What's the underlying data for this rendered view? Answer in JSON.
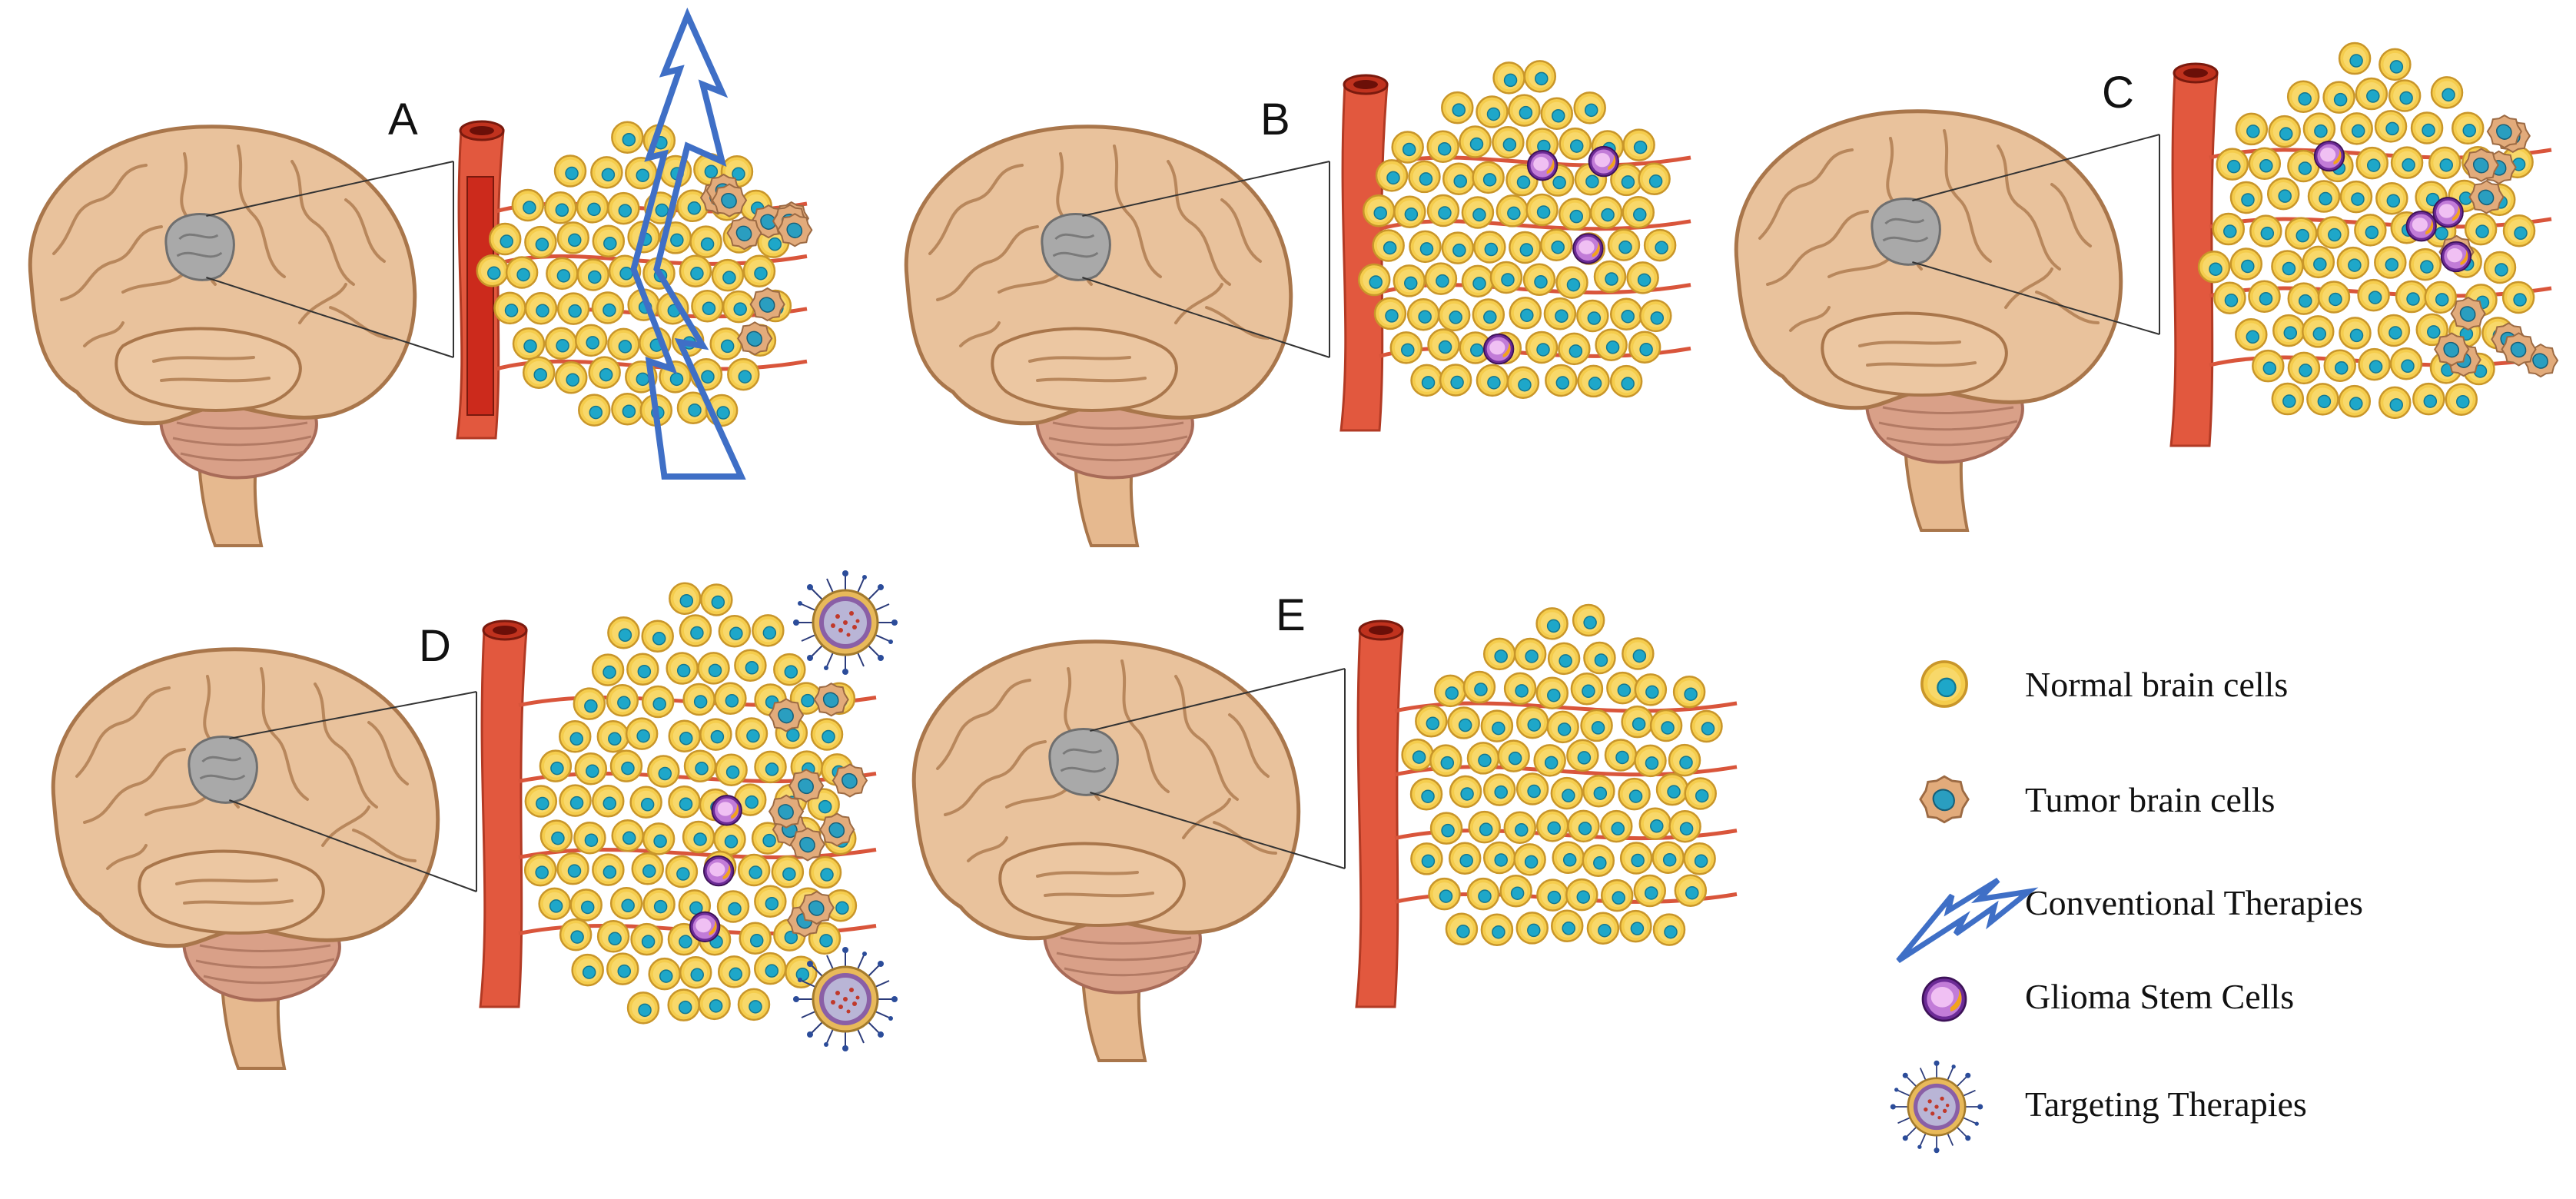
{
  "panels": [
    {
      "id": "A",
      "label": "A",
      "conventional_therapy": true,
      "targeting_therapy": false,
      "stem_cells": 0,
      "tumor_cells": 10
    },
    {
      "id": "B",
      "label": "B",
      "conventional_therapy": false,
      "targeting_therapy": false,
      "stem_cells": 4,
      "tumor_cells": 0
    },
    {
      "id": "C",
      "label": "C",
      "conventional_therapy": false,
      "targeting_therapy": false,
      "stem_cells": 4,
      "tumor_cells": 12
    },
    {
      "id": "D",
      "label": "D",
      "conventional_therapy": false,
      "targeting_therapy": true,
      "stem_cells": 3,
      "tumor_cells": 10
    },
    {
      "id": "E",
      "label": "E",
      "conventional_therapy": false,
      "targeting_therapy": false,
      "stem_cells": 0,
      "tumor_cells": 0
    }
  ],
  "legend": [
    {
      "icon": "normal-brain-cell-icon",
      "label": "Normal brain cells"
    },
    {
      "icon": "tumor-brain-cell-icon",
      "label": "Tumor brain cells"
    },
    {
      "icon": "lightning-bolt-icon",
      "label": "Conventional Therapies"
    },
    {
      "icon": "glioma-stem-cell-icon",
      "label": "Glioma Stem Cells"
    },
    {
      "icon": "nanoparticle-icon",
      "label": "Targeting Therapies"
    }
  ],
  "colors": {
    "brain_fill": "#e9c29c",
    "brain_stroke": "#b98a5f",
    "tumor_region": "#a9a9a9",
    "vessel": "#e2583e",
    "vessel_dark": "#c0321e",
    "normal_cell": "#f5cd4d",
    "normal_nucleus": "#1ea7c9",
    "tumor_cell": "#e0a878",
    "stem_cell": "#7b3aa3",
    "therapy_bolt": "#3f6fc6"
  }
}
